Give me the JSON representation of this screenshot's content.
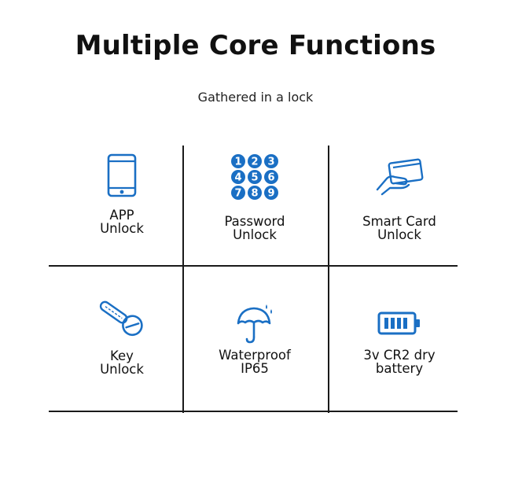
{
  "heading": {
    "title": "Multiple Core Functions",
    "subtitle": "Gathered in a lock"
  },
  "features": [
    {
      "label": "APP\nUnlock",
      "icon": "smartphone-icon"
    },
    {
      "label": "Password\nUnlock",
      "icon": "keypad-icon",
      "keypad_digits": [
        "1",
        "2",
        "3",
        "4",
        "5",
        "6",
        "7",
        "8",
        "9"
      ]
    },
    {
      "label": "Smart Card\nUnlock",
      "icon": "card-in-hand-icon"
    },
    {
      "label": "Key\nUnlock",
      "icon": "key-icon"
    },
    {
      "label": "Waterproof\nIP65",
      "icon": "umbrella-icon"
    },
    {
      "label": "3v CR2 dry\nbattery",
      "icon": "battery-icon"
    }
  ],
  "colors": {
    "accent": "#1a6fc4",
    "text": "#111111",
    "grid": "#1a1a1a"
  }
}
